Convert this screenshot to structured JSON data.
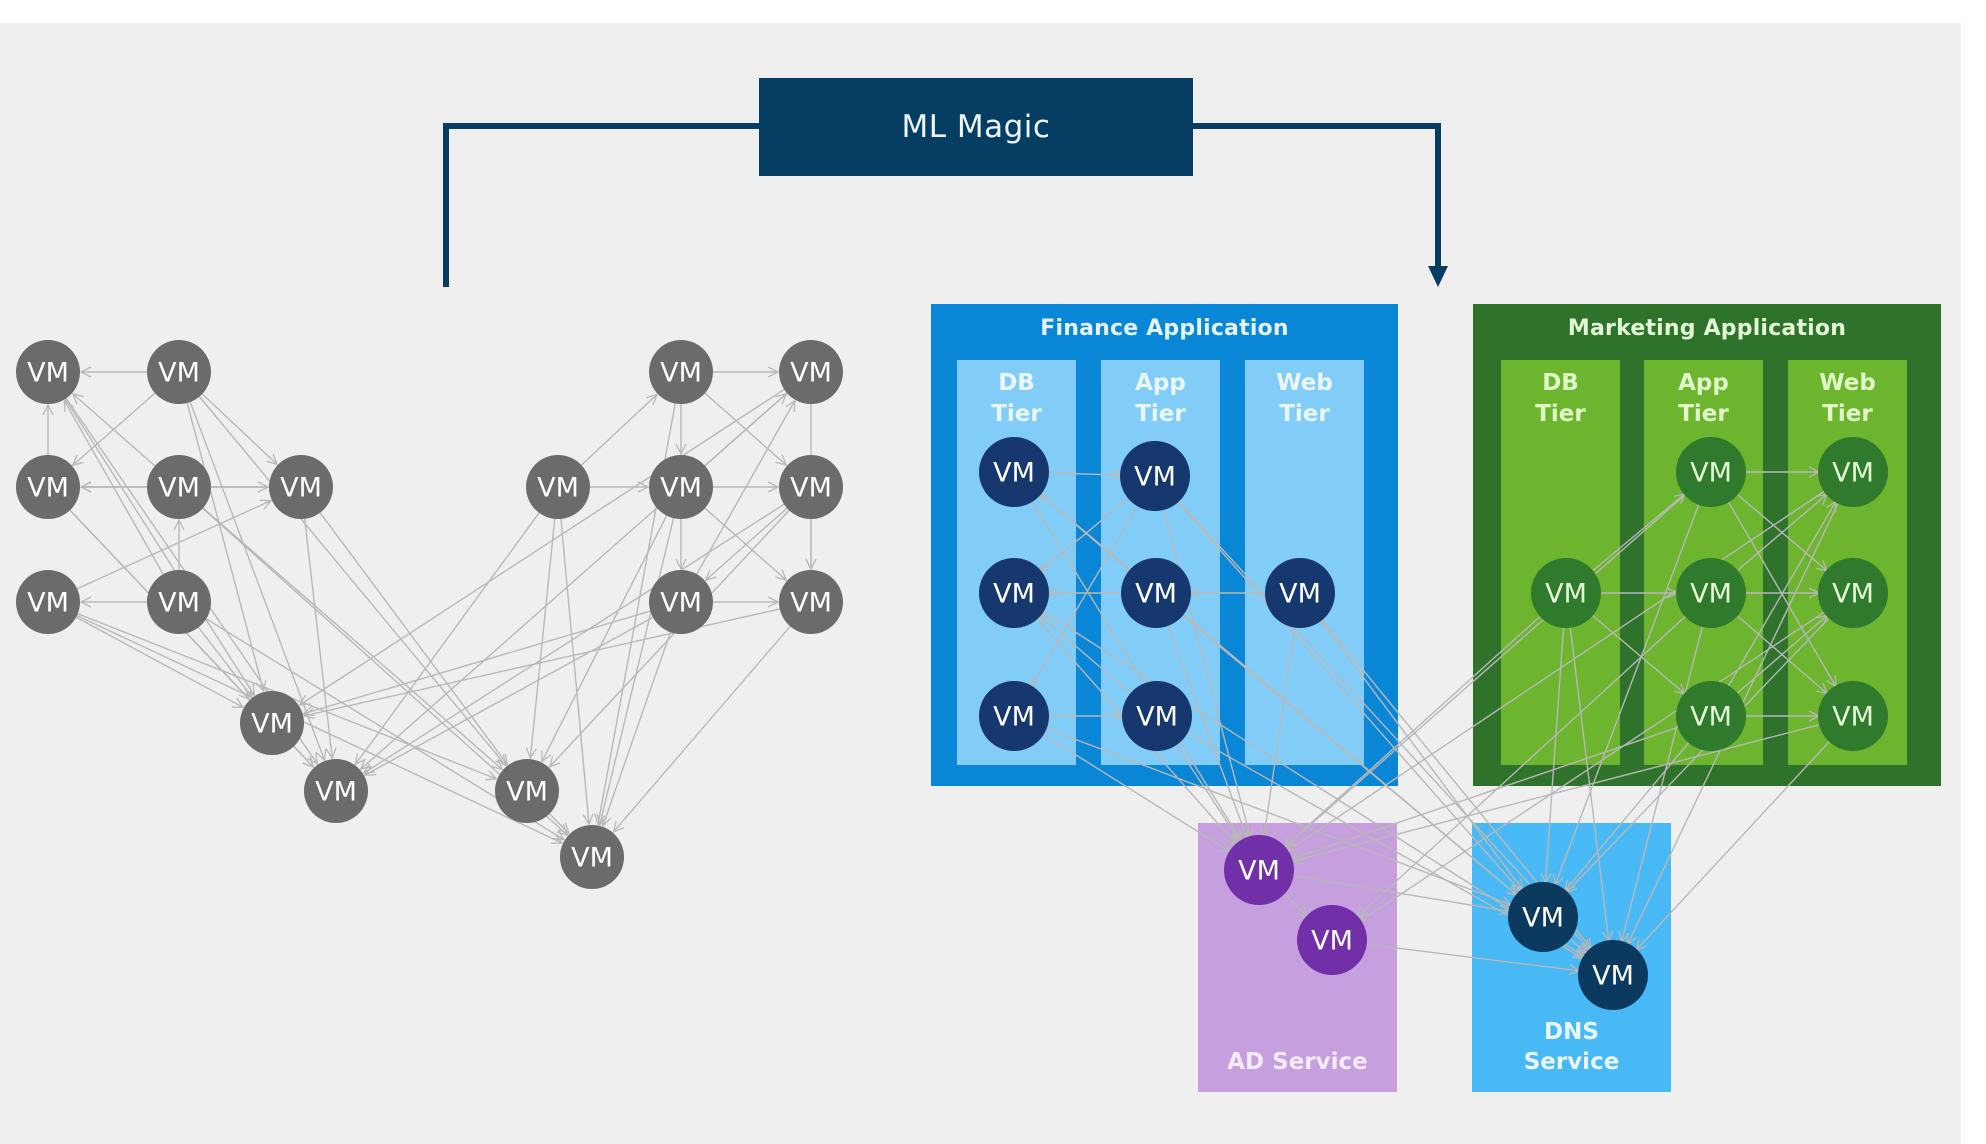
{
  "title_box": {
    "label": "ML Magic",
    "color": "#053e62"
  },
  "colors": {
    "background": "#efeff0",
    "edge": "#b8b8b8",
    "connector": "#053e62",
    "gray_vm": "#6b6b6b"
  },
  "vm_label": "VM",
  "groups": {
    "finance": {
      "title": "Finance Application",
      "outer_color": "#0a86d6",
      "tier_color": "#82cdf7",
      "title_color": "#e4f3fd",
      "tier_text_color": "#eaf6fd",
      "vm_color": "#17386f",
      "tiers": [
        {
          "line1": "DB",
          "line2": "Tier"
        },
        {
          "line1": "App",
          "line2": "Tier"
        },
        {
          "line1": "Web",
          "line2": "Tier"
        }
      ]
    },
    "marketing": {
      "title": "Marketing Application",
      "outer_color": "#2f722b",
      "tier_color": "#6db52e",
      "title_color": "#e3f6d6",
      "tier_text_color": "#e0f8c8",
      "vm_color": "#2f7a2c",
      "tiers": [
        {
          "line1": "DB",
          "line2": "Tier"
        },
        {
          "line1": "App",
          "line2": "Tier"
        },
        {
          "line1": "Web",
          "line2": "Tier"
        }
      ]
    },
    "ad": {
      "title": "AD Service",
      "box_color": "#c6a0de",
      "text_color": "#f6eafd",
      "vm_color": "#7230a8"
    },
    "dns": {
      "title_line1": "DNS",
      "title_line2": "Service",
      "box_color": "#49b9f6",
      "text_color": "#eaf7ff",
      "vm_color": "#0b3a5e"
    }
  },
  "unclassified": {
    "node_count": 18,
    "edges": [
      [
        "u1",
        "u0"
      ],
      [
        "u4",
        "u3"
      ],
      [
        "u7",
        "u6"
      ],
      [
        "u5",
        "u4"
      ],
      [
        "u1",
        "u3"
      ],
      [
        "u1",
        "u6"
      ],
      [
        "u4",
        "u6"
      ],
      [
        "u4",
        "u0"
      ],
      [
        "u3",
        "u0"
      ],
      [
        "u6",
        "u3"
      ],
      [
        "u0",
        "u8"
      ],
      [
        "u0",
        "u9"
      ],
      [
        "u1",
        "u8"
      ],
      [
        "u1",
        "u9"
      ],
      [
        "u1",
        "u14"
      ],
      [
        "u3",
        "u8"
      ],
      [
        "u3",
        "u9"
      ],
      [
        "u4",
        "u14"
      ],
      [
        "u4",
        "u15"
      ],
      [
        "u5",
        "u8"
      ],
      [
        "u5",
        "u15"
      ],
      [
        "u5",
        "u7"
      ],
      [
        "u6",
        "u9"
      ],
      [
        "u7",
        "u14"
      ],
      [
        "u7",
        "u15"
      ],
      [
        "u7",
        "u8"
      ],
      [
        "u6",
        "u14"
      ],
      [
        "u5",
        "u0"
      ],
      [
        "u10",
        "u11"
      ],
      [
        "u10",
        "u12"
      ],
      [
        "u11",
        "u12"
      ],
      [
        "u11",
        "u13"
      ],
      [
        "u13",
        "u12"
      ],
      [
        "u16",
        "u17"
      ],
      [
        "u10",
        "u16"
      ],
      [
        "u11",
        "u17"
      ],
      [
        "u16",
        "u13"
      ],
      [
        "u12",
        "u17"
      ],
      [
        "u11",
        "u16"
      ],
      [
        "u13",
        "u17"
      ],
      [
        "u2",
        "u11"
      ],
      [
        "u2",
        "u10"
      ],
      [
        "u2",
        "u9"
      ],
      [
        "u2",
        "u15"
      ],
      [
        "u2",
        "u14"
      ],
      [
        "u12",
        "u9"
      ],
      [
        "u12",
        "u8"
      ],
      [
        "u11",
        "u14"
      ],
      [
        "u11",
        "u15"
      ],
      [
        "u13",
        "u8"
      ],
      [
        "u13",
        "u9"
      ],
      [
        "u13",
        "u15"
      ],
      [
        "u16",
        "u9"
      ],
      [
        "u17",
        "u8"
      ],
      [
        "u10",
        "u15"
      ],
      [
        "u17",
        "u15"
      ],
      [
        "u16",
        "u14"
      ],
      [
        "u8",
        "u9"
      ],
      [
        "u14",
        "u15"
      ]
    ]
  },
  "classified": {
    "edges": [
      [
        "f_db1",
        "f_app1"
      ],
      [
        "f_app2",
        "f_db2"
      ],
      [
        "f_web",
        "f_app2"
      ],
      [
        "f_db3",
        "f_app3"
      ],
      [
        "f_db1",
        "ad1"
      ],
      [
        "f_db1",
        "dns1"
      ],
      [
        "f_db2",
        "ad1"
      ],
      [
        "f_db2",
        "dns2"
      ],
      [
        "f_db3",
        "ad1"
      ],
      [
        "f_db3",
        "dns1"
      ],
      [
        "f_app1",
        "ad1"
      ],
      [
        "f_app1",
        "dns1"
      ],
      [
        "f_app1",
        "dns2"
      ],
      [
        "f_app2",
        "ad1"
      ],
      [
        "f_app2",
        "dns1"
      ],
      [
        "f_app3",
        "ad1"
      ],
      [
        "f_app3",
        "dns2"
      ],
      [
        "f_web",
        "ad1"
      ],
      [
        "f_web",
        "dns1"
      ],
      [
        "f_web",
        "dns2"
      ],
      [
        "f_app1",
        "f_db2"
      ],
      [
        "f_app2",
        "f_db1"
      ],
      [
        "f_app3",
        "f_db2"
      ],
      [
        "f_app1",
        "f_db3"
      ],
      [
        "m_db",
        "m_app1"
      ],
      [
        "m_db",
        "m_app2"
      ],
      [
        "m_db",
        "m_app3"
      ],
      [
        "m_app1",
        "m_web1"
      ],
      [
        "m_app1",
        "m_web2"
      ],
      [
        "m_app1",
        "m_web3"
      ],
      [
        "m_app2",
        "m_web1"
      ],
      [
        "m_app2",
        "m_web2"
      ],
      [
        "m_app2",
        "m_web3"
      ],
      [
        "m_app3",
        "m_web1"
      ],
      [
        "m_app3",
        "m_web2"
      ],
      [
        "m_app3",
        "m_web3"
      ],
      [
        "m_db",
        "ad1"
      ],
      [
        "m_db",
        "dns1"
      ],
      [
        "m_db",
        "dns2"
      ],
      [
        "m_app1",
        "ad1"
      ],
      [
        "m_app1",
        "dns1"
      ],
      [
        "m_app2",
        "dns2"
      ],
      [
        "m_app2",
        "ad2"
      ],
      [
        "m_app3",
        "dns1"
      ],
      [
        "m_app3",
        "ad1"
      ],
      [
        "m_web1",
        "dns2"
      ],
      [
        "m_web2",
        "dns1"
      ],
      [
        "m_web3",
        "dns2"
      ],
      [
        "m_web1",
        "ad1"
      ],
      [
        "m_web3",
        "ad1"
      ],
      [
        "m_web2",
        "ad2"
      ],
      [
        "ad1",
        "ad2"
      ],
      [
        "dns1",
        "dns2"
      ],
      [
        "ad1",
        "dns1"
      ],
      [
        "ad2",
        "dns2"
      ]
    ]
  }
}
